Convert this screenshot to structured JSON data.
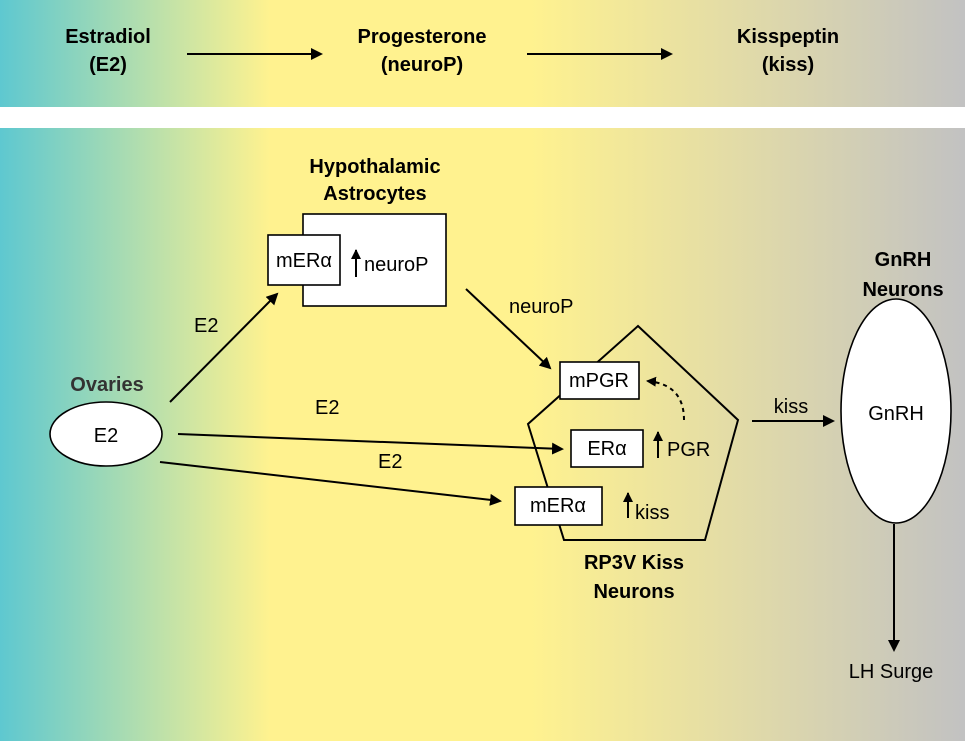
{
  "colors": {
    "gradient_left": "#5ec8d0",
    "gradient_mid": "#fff28f",
    "gradient_right": "#c2c2c2",
    "ovaries_label": "#333333"
  },
  "top_banner": {
    "items": [
      {
        "line1": "Estradiol",
        "line2": "(E2)"
      },
      {
        "line1": "Progesterone",
        "line2": "(neuroP)"
      },
      {
        "line1": "Kisspeptin",
        "line2": "(kiss)"
      }
    ]
  },
  "astrocytes": {
    "title_line1": "Hypothalamic",
    "title_line2": "Astrocytes",
    "receptor": "mERα",
    "product": "neuroP"
  },
  "ovaries": {
    "label": "Ovaries",
    "hormone": "E2"
  },
  "kiss_neurons": {
    "title_line1": "RP3V Kiss",
    "title_line2": "Neurons",
    "receptors": [
      "mPGR",
      "ERα",
      "mERα"
    ],
    "products": [
      "PGR",
      "kiss"
    ]
  },
  "gnrh": {
    "title_line1": "GnRH",
    "title_line2": "Neurons",
    "inner": "GnRH"
  },
  "edges": {
    "e2_to_astrocytes": "E2",
    "e2_to_era": "E2",
    "e2_to_mera": "E2",
    "neurop": "neuroP",
    "kiss": "kiss"
  },
  "output": "LH Surge"
}
